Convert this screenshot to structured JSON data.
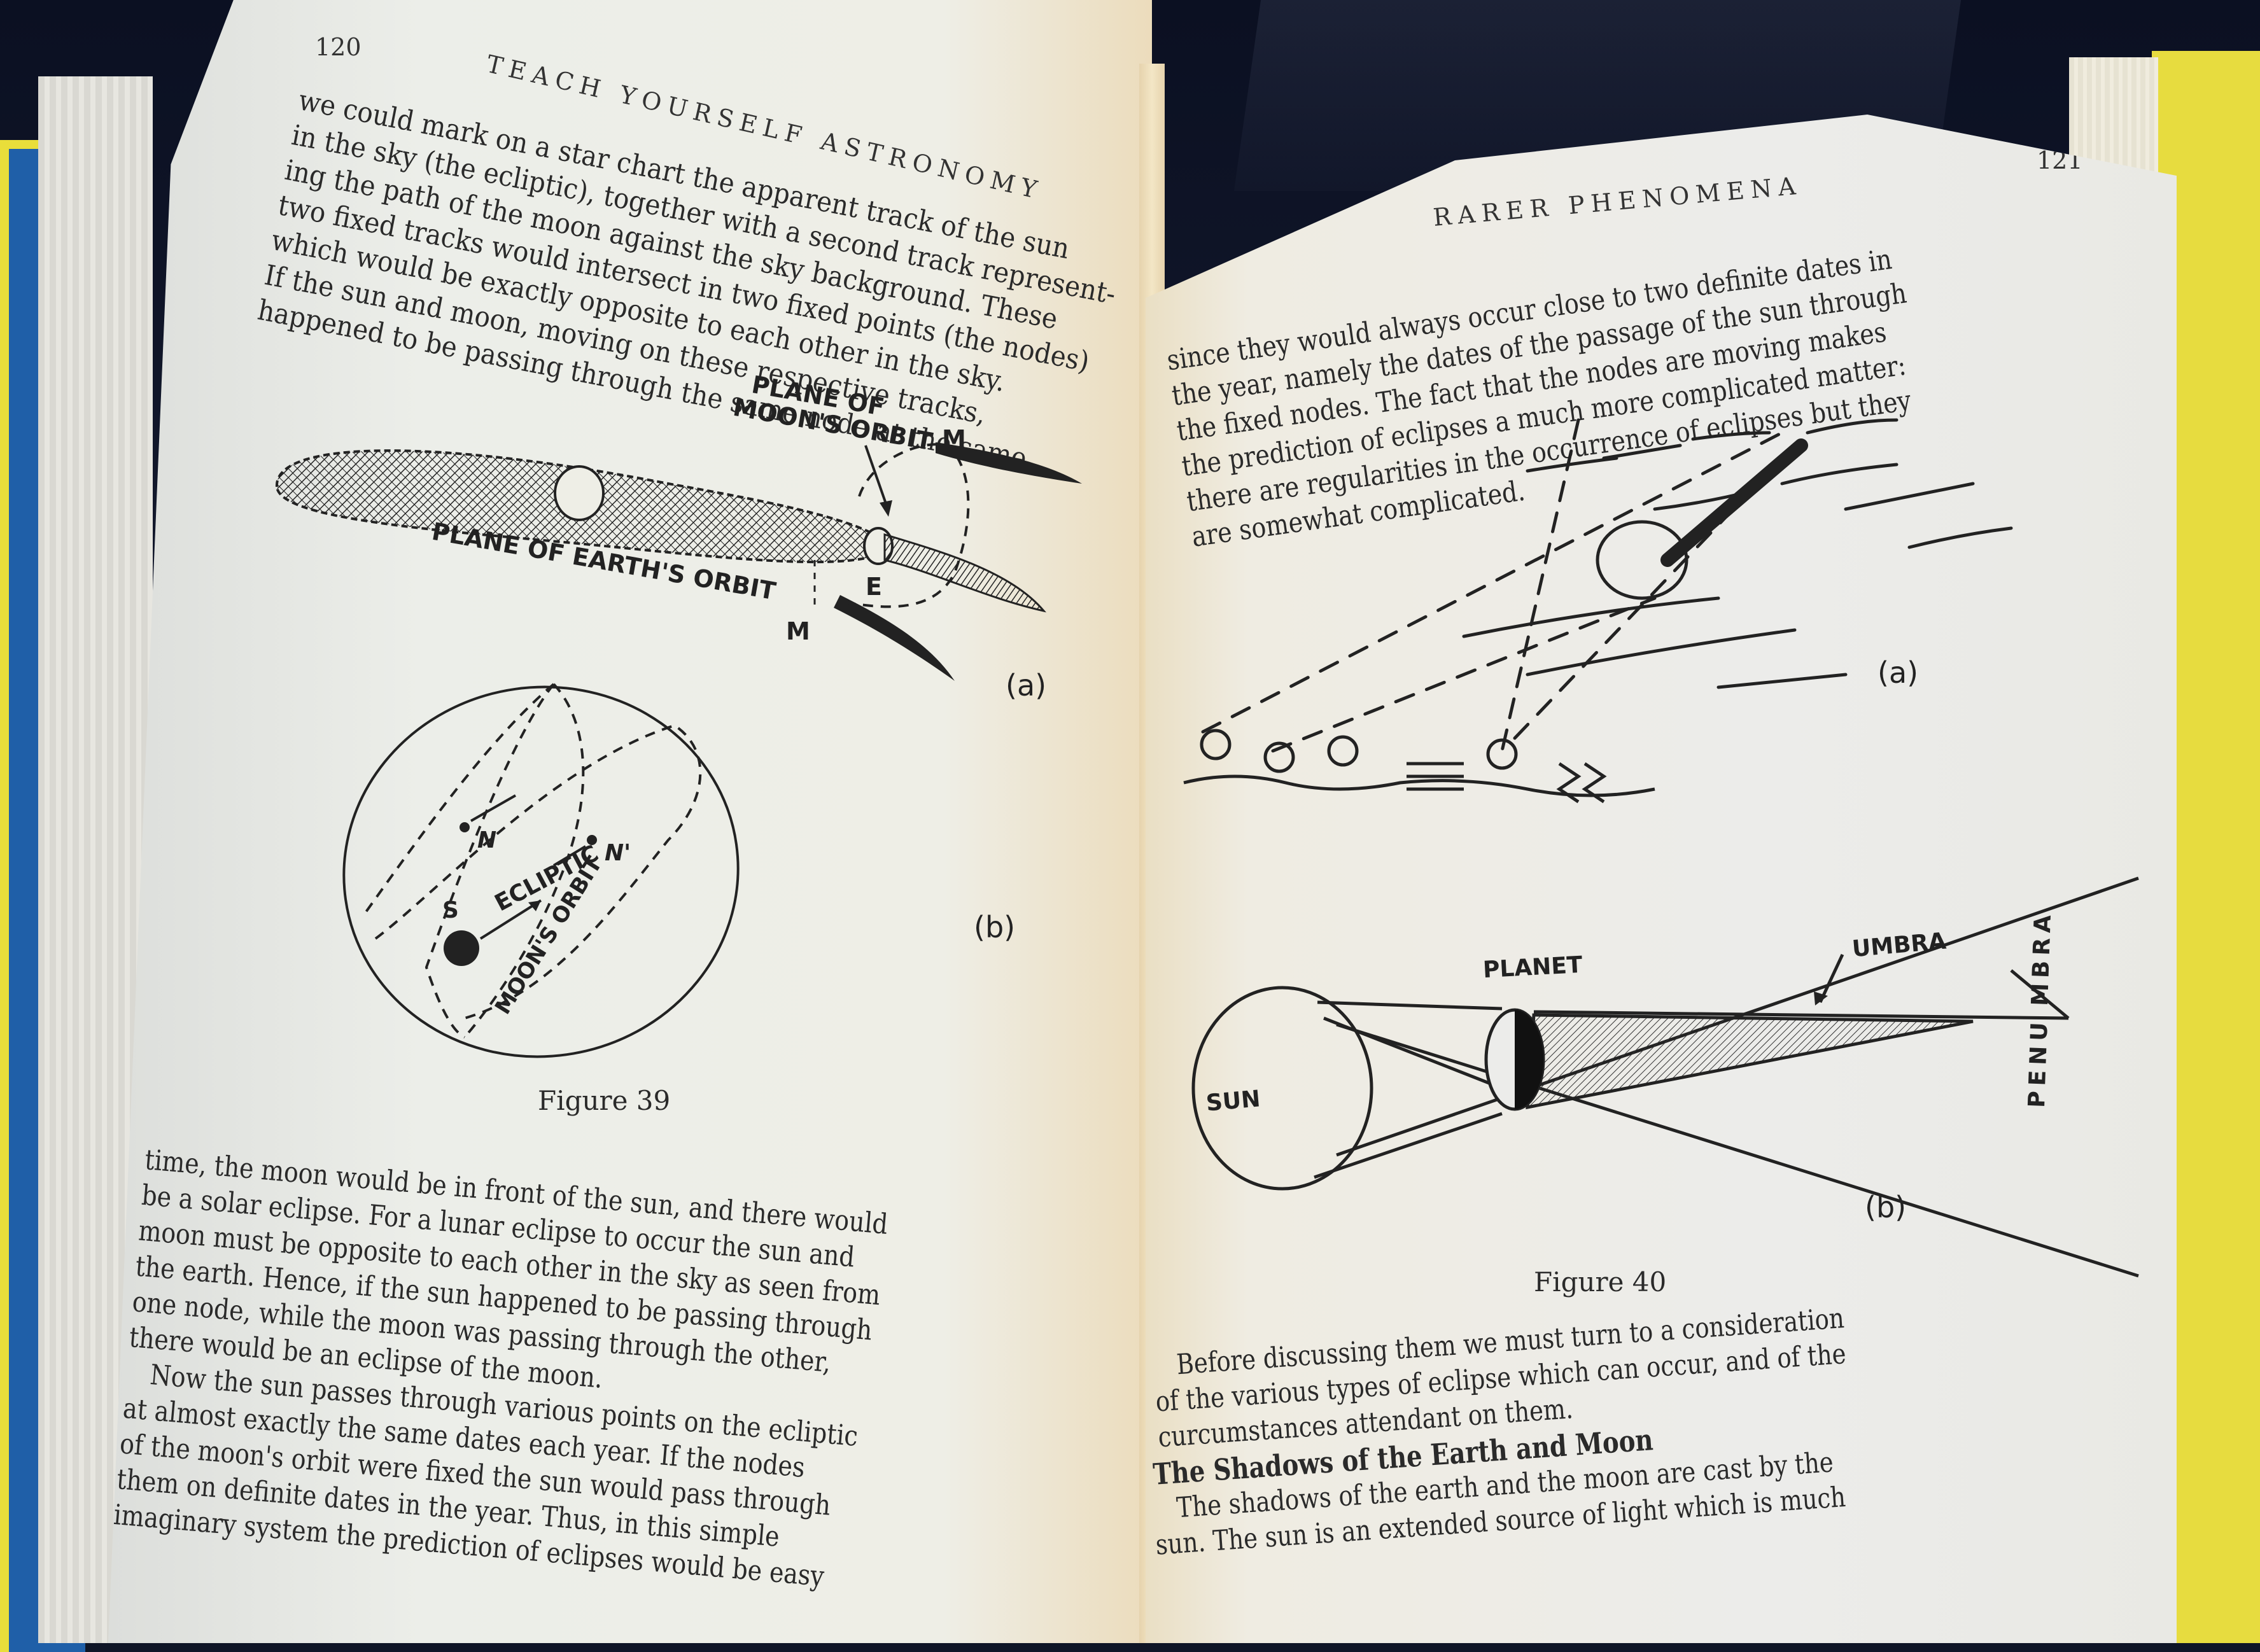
{
  "scene": {
    "description": "Open book photographed at an angle",
    "colors": {
      "background": "#0f1526",
      "paper": "#ececea",
      "ink": "#2a2a2a",
      "cover_yellow": "#e7dc3f",
      "cover_blue": "#1f5fa8"
    }
  },
  "left_page": {
    "page_number": "120",
    "running_head": "TEACH YOURSELF ASTRONOMY",
    "top_paragraph": [
      "we could mark on a star chart the apparent track of the sun",
      "in the sky (the ecliptic), together with a second track represent-",
      "ing the path of the moon against the sky background. These",
      "two fixed tracks would intersect in two fixed points (the nodes)",
      "which would be exactly opposite to each other in the sky.",
      "If the sun and moon, moving on these respective tracks,",
      "happened to be passing through the same node at the same"
    ],
    "figure": {
      "caption": "Figure 39",
      "panel_a": {
        "label": "(a)",
        "plane_moon_label_1": "PLANE OF",
        "plane_moon_label_2": "MOON'S ORBIT",
        "plane_earth_label": "PLANE OF EARTH'S ORBIT",
        "moon_label_top": "M",
        "moon_label_bottom": "M",
        "earth_label": "E"
      },
      "panel_b": {
        "label": "(b)",
        "node_label": "N",
        "node_prime_label": "N'",
        "sun_label": "S",
        "ecliptic_label": "ECLIPTIC",
        "moon_orbit_label": "MOON'S ORBIT"
      }
    },
    "bottom_paragraph": [
      "time, the moon would be in front of the sun, and there would",
      "be a solar eclipse. For a lunar eclipse to occur the sun and",
      "moon must be opposite to each other in the sky as seen from",
      "the earth. Hence, if the sun happened to be passing through",
      "one node, while the moon was passing through the other,",
      "there would be an eclipse of the moon."
    ],
    "second_paragraph": [
      "Now the sun passes through various points on the ecliptic",
      "at almost exactly the same dates each year. If the nodes",
      "of the moon's orbit were fixed the sun would pass through",
      "them on definite dates in the year. Thus, in this simple",
      "imaginary system the prediction of eclipses would be easy"
    ]
  },
  "right_page": {
    "page_number": "121",
    "running_head": "RARER PHENOMENA",
    "top_paragraph": [
      "since they would always occur close to two definite dates in",
      "the year, namely the dates of the passage of the sun through",
      "the fixed nodes. The fact that the nodes are moving makes",
      "the prediction of eclipses a much more complicated matter:",
      "there are regularities in the occurrence of eclipses but they",
      "are somewhat complicated."
    ],
    "figure": {
      "caption": "Figure 40",
      "panel_a": {
        "label": "(a)"
      },
      "panel_b": {
        "label": "(b)",
        "sun_label": "SUN",
        "planet_label": "PLANET",
        "umbra_label": "UMBRA",
        "penumbra_label_lower": "PENU",
        "penumbra_label_upper": "MBRA"
      }
    },
    "middle_paragraph": [
      "Before discussing them we must turn to a consideration",
      "of the various types of eclipse which can occur, and of the",
      "curcumstances attendant on them."
    ],
    "section_heading": "The Shadows of the Earth and Moon",
    "section_paragraph": [
      "The shadows of the earth and the moon are cast by the",
      "sun. The sun is an extended source of light which is much"
    ]
  }
}
